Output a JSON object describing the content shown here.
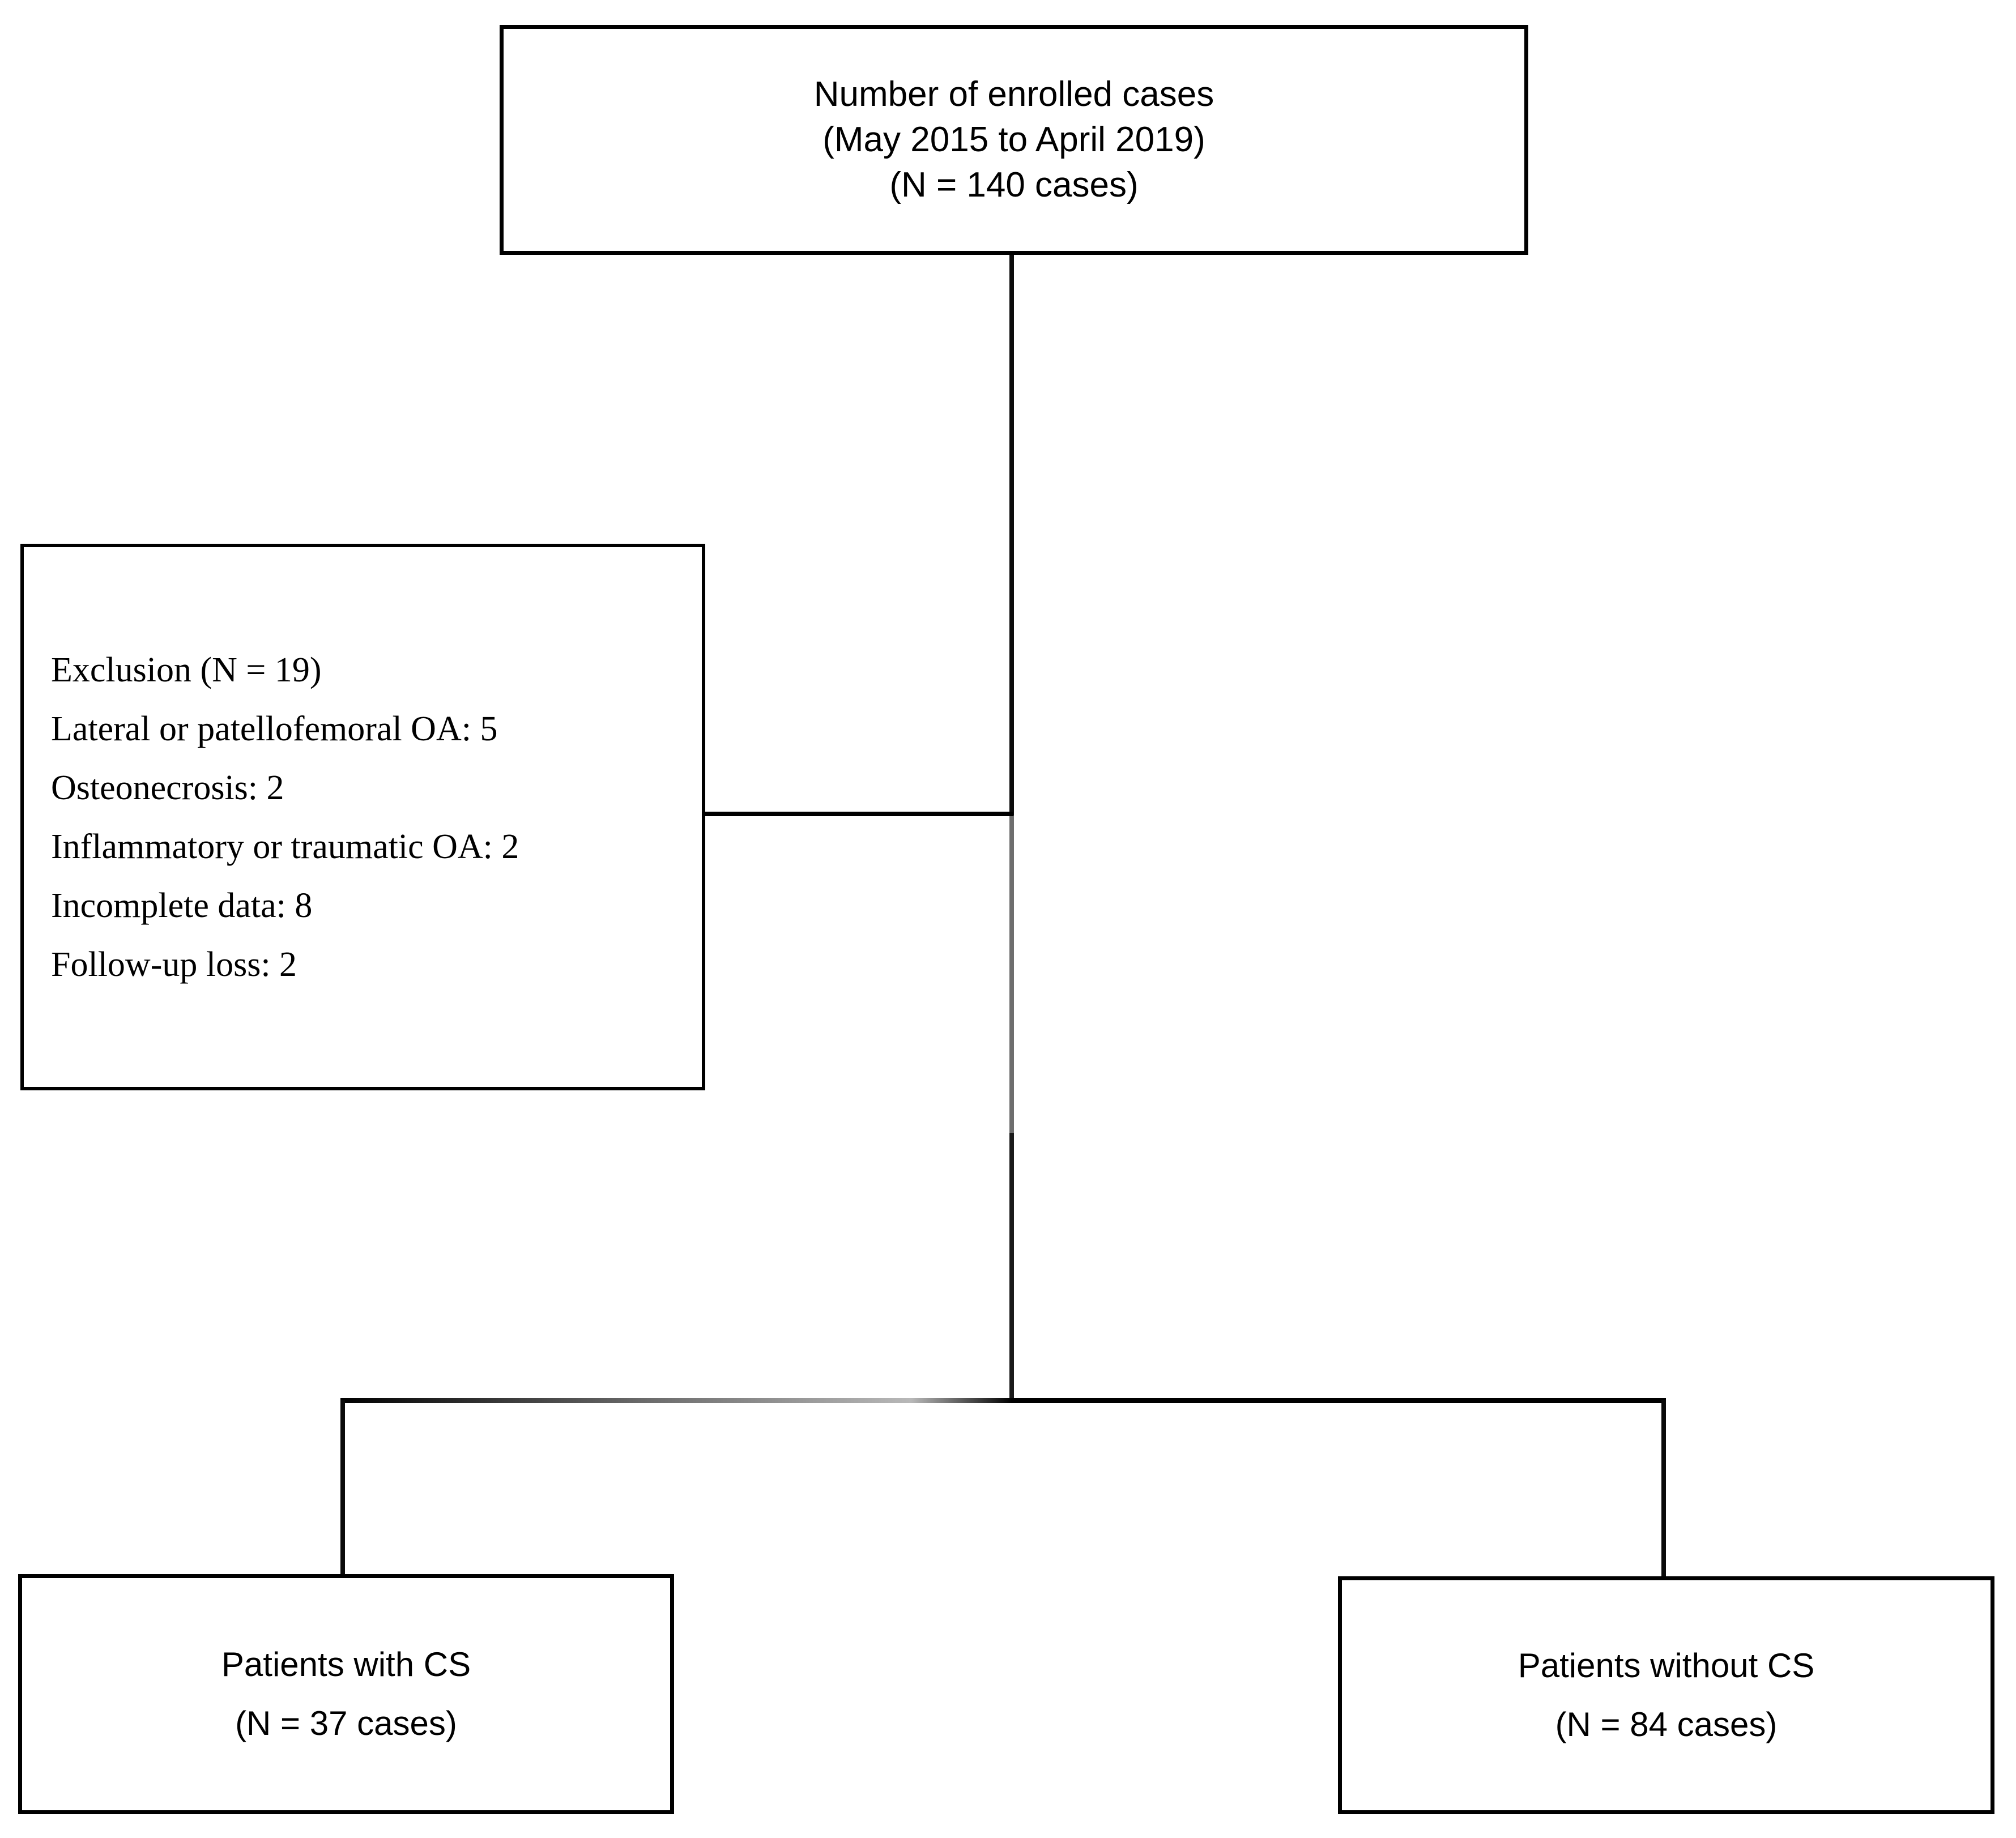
{
  "figure": {
    "type": "flowchart",
    "orientation": "top-down",
    "background_color": "#ffffff",
    "line_color": "#000000",
    "box_border_color": "#000000"
  },
  "nodes": {
    "enrolled": {
      "name": "enrolled-cases",
      "lines": [
        "Number of enrolled cases",
        "(May 2015 to April 2019)",
        "(N = 140 cases)"
      ],
      "count": 140,
      "period_start": "May 2015",
      "period_end": "April 2019"
    },
    "exclusion": {
      "name": "exclusion-criteria",
      "heading": "Exclusion (N = 19)",
      "total": 19,
      "lines": [
        "Exclusion (N = 19)",
        "Lateral or patellofemoral OA: 5",
        "Osteonecrosis: 2",
        "Inflammatory or traumatic OA: 2",
        "Incomplete data: 8",
        "Follow-up loss: 2"
      ],
      "reasons": [
        {
          "label": "Lateral or patellofemoral OA",
          "count": 5
        },
        {
          "label": "Osteonecrosis",
          "count": 2
        },
        {
          "label": "Inflammatory or traumatic OA",
          "count": 2
        },
        {
          "label": "Incomplete data",
          "count": 8
        },
        {
          "label": "Follow-up loss",
          "count": 2
        }
      ]
    },
    "with_cs": {
      "name": "patients-with-cs",
      "lines": [
        "Patients with CS",
        "(N = 37 cases)"
      ],
      "count": 37
    },
    "without_cs": {
      "name": "patients-without-cs",
      "lines": [
        "Patients without CS",
        "(N = 84 cases)"
      ],
      "count": 84
    }
  },
  "edges": [
    {
      "from": "enrolled",
      "to": "exclusion",
      "style": "orthogonal-stub"
    },
    {
      "from": "enrolled",
      "to": "with_cs",
      "style": "orthogonal-split"
    },
    {
      "from": "enrolled",
      "to": "without_cs",
      "style": "orthogonal-split"
    }
  ]
}
